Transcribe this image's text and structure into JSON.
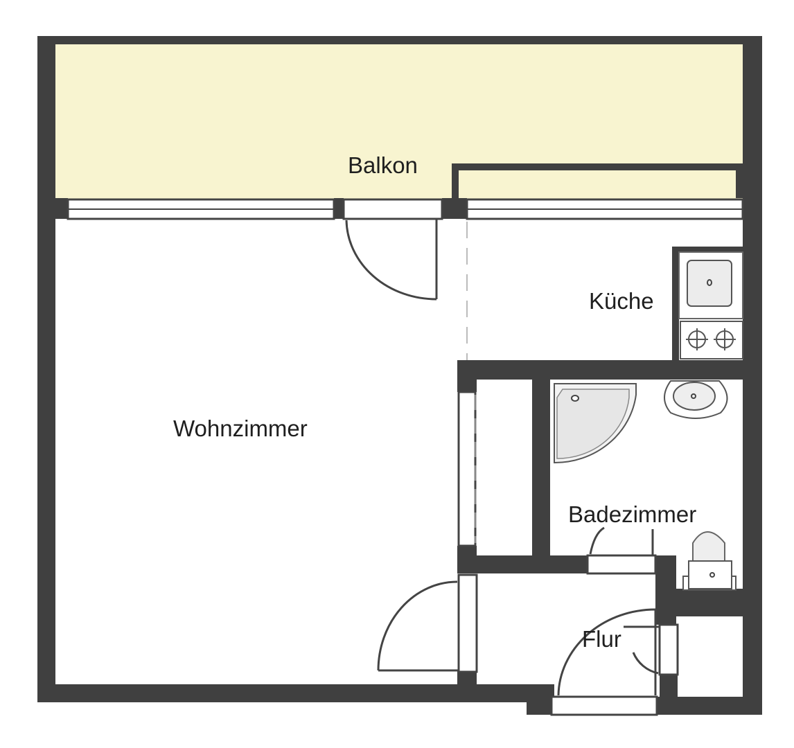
{
  "plan": {
    "title": "Floor plan",
    "colors": {
      "wall": "#404040",
      "balcony": "#f8f4d0",
      "floor": "#ffffff",
      "fixture_fill": "#e8e8e8",
      "line": "#444444"
    },
    "rooms": [
      {
        "id": "balkon",
        "label": "Balkon"
      },
      {
        "id": "kueche",
        "label": "Küche"
      },
      {
        "id": "wohnzimmer",
        "label": "Wohnzimmer"
      },
      {
        "id": "badezimmer",
        "label": "Badezimmer"
      },
      {
        "id": "flur",
        "label": "Flur"
      }
    ],
    "fixtures": [
      "kitchen-sink",
      "stove",
      "corner-shower",
      "washbasin",
      "toilet"
    ]
  }
}
